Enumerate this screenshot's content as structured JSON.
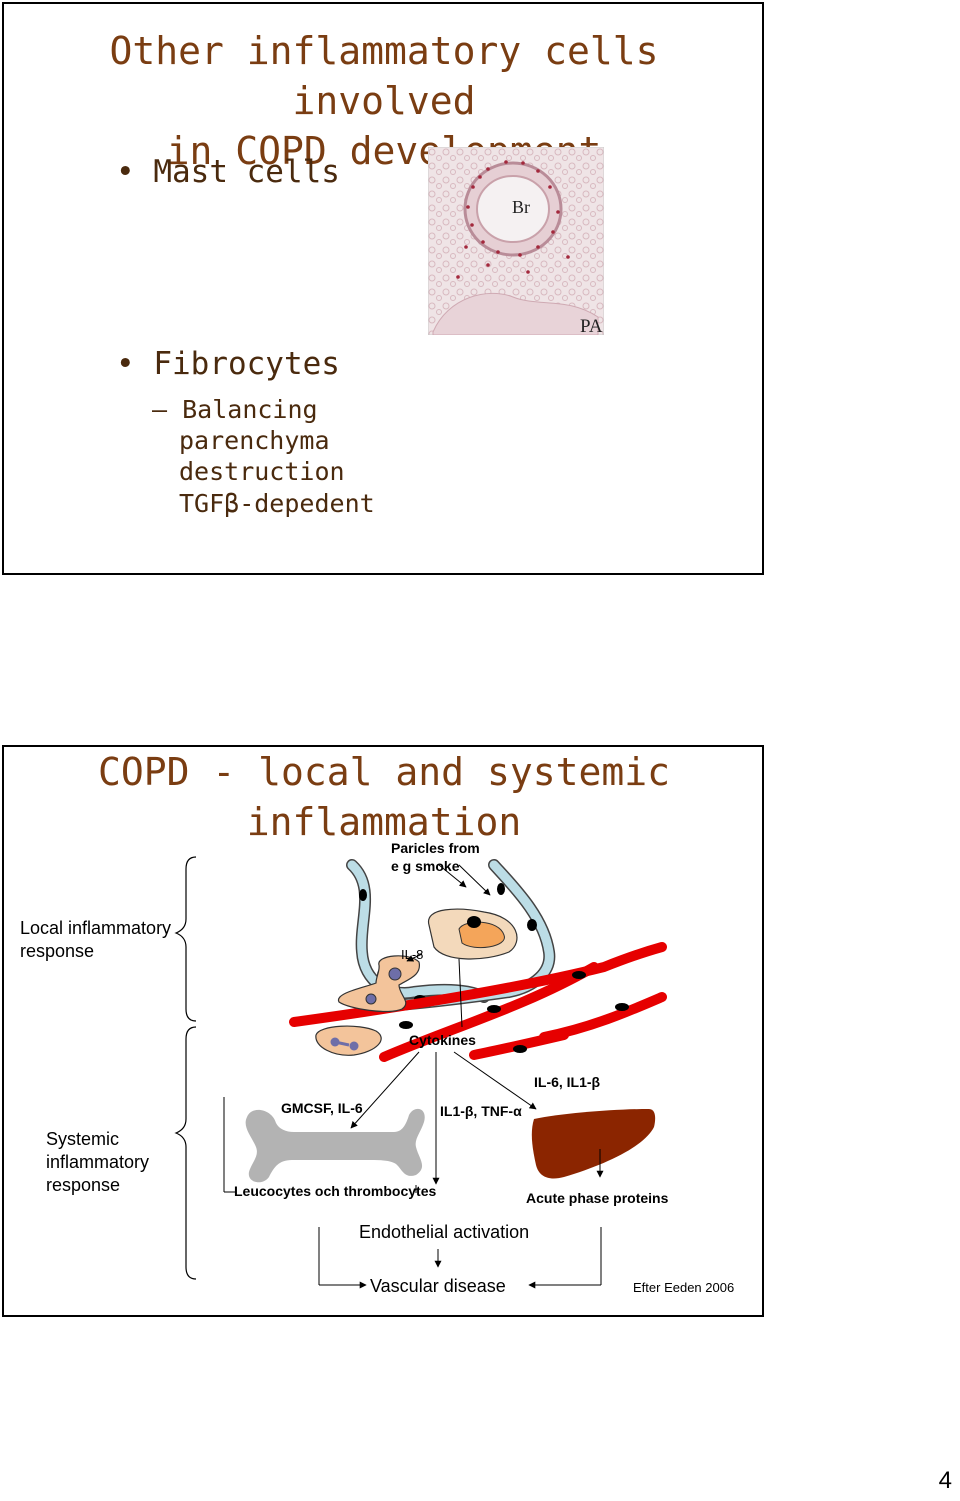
{
  "page": {
    "number": "4"
  },
  "slide1": {
    "title_line1": "Other inflammatory cells involved",
    "title_line2": "in COPD development",
    "bullets": [
      {
        "label": "Mast cells"
      },
      {
        "label": "Fibrocytes",
        "subitems": [
          "Balancing",
          "parenchyma",
          "destruction",
          "TGFβ-depedent"
        ]
      }
    ],
    "image_labels": {
      "br": "Br",
      "pa": "PA"
    }
  },
  "slide2": {
    "title_line1": "COPD - local and systemic",
    "title_line2": "inflammation",
    "labels": {
      "particles_line1": "Paricles from",
      "particles_line2": "e g smoke",
      "local_line1": "Local inflammatory",
      "local_line2": "response",
      "il8": "IL-8",
      "cytokines": "Cytokines",
      "il6_il1b": "IL-6, IL1-β",
      "gmcsf": "GMCSF, IL-6",
      "il1b_tnfa": "IL1-β, TNF-α",
      "systemic_line1": "Systemic",
      "systemic_line2": "inflammatory",
      "systemic_line3": "response",
      "leucocytes": "Leucocytes och thrombocytes",
      "acute_phase": "Acute phase proteins",
      "endothelial": "Endothelial activation",
      "vascular": "Vascular disease",
      "citation": "Efter Eeden 2006"
    }
  },
  "colors": {
    "title": "#7a3d12",
    "vessel_red": "#e60000",
    "airway_blue": "#bcdde6",
    "cell_orange": "#f3c49b",
    "cell_nucleus": "#6e6ea8",
    "bone_gray": "#b3b3b3",
    "liver_brown": "#8b2500"
  }
}
